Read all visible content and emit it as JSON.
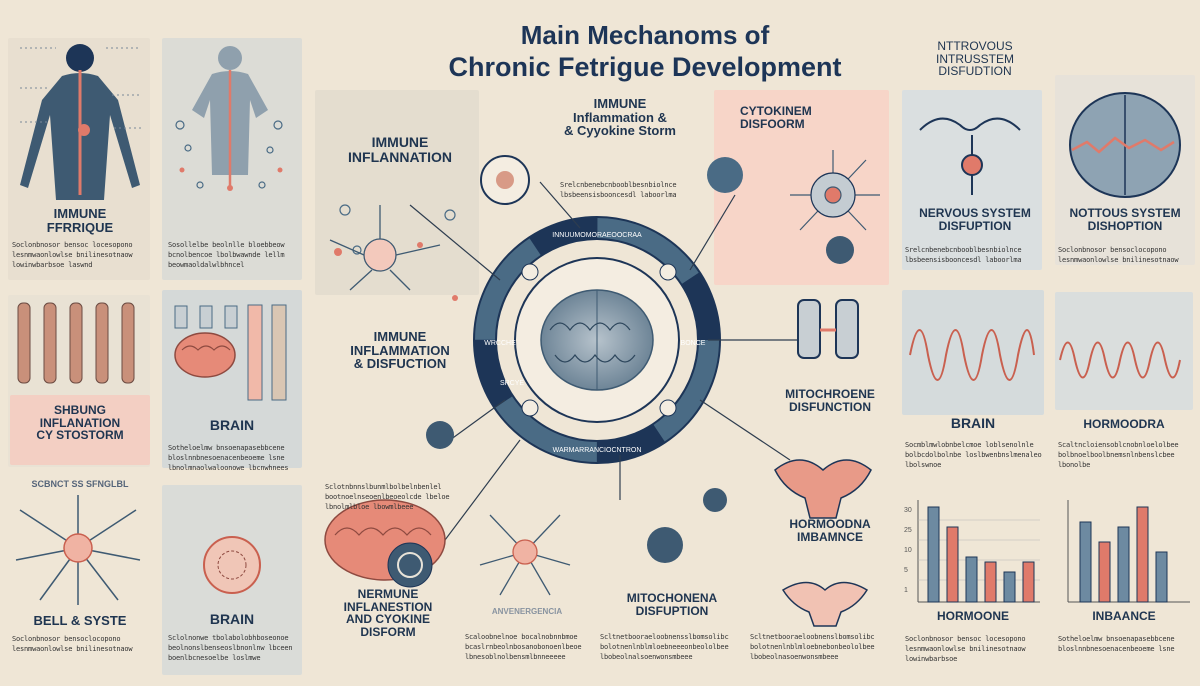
{
  "title": {
    "line1": "Main Mechanoms of",
    "line2": "Chronic Fetrigue Development"
  },
  "left_col": {
    "immune_label": "IMMUNE\nFFRRIQUE",
    "inflammation_label": "SHBUNG\nINFLANATION\nCY STOSTORM",
    "brain_label": "BRAIN",
    "brain2_label": "BRAIN",
    "bell_header": "SCBNCT SS SFNGLBL",
    "bell_label": "BELL & SYSTE"
  },
  "center": {
    "immune_inflammation": "IMMUNE\nINFLANNATION",
    "immune_inflammation_cytokine": "IMMUNE\nInflammation &\n& Cyyokine Storm",
    "cytokine_disform": "CYTOKINEM\nDISFOORM",
    "immune_disfunction": "IMMUNE\nINFLAMMATION\n& DISFUCTION",
    "mito_right": "MITOCHROENE\nDISFUNCTION",
    "hormone_imbalance": "HORMOODNA\nIMBAMNCE",
    "nermune": "NERMUNE\nINFLANESTION\nand CYOKINE\nDISFORM",
    "mito_bottom": "MITOCHONENA\nDISFUPTION",
    "faint_bottom": "ANVENERGENCIA"
  },
  "right_col": {
    "header": "NTTROVOUS\nINTRUSSTEM\nDISFUDTION",
    "nervous1": "NERVOUS SYSTEM\nDISFUPTION",
    "nervous2": "NOTTOUS SYSTEM\nDISHOPTION",
    "brain": "BRAIN",
    "hormoona": "HORMOODRA",
    "hormoone": "HORMOONE",
    "inbaance": "INBAANCE",
    "chart_ticks": [
      "30",
      "25",
      "10",
      "5",
      "1"
    ]
  },
  "notes": {
    "n1": "Soclonbnosor bensoc locesopono\nlesnmwaonlowlse bnilinesotnaow\nlowinwbarbsoe laswnd",
    "n2": "Sosollelbe beolnlle bloebbeow\nbcnolbencoe lbolbwawnde lellm\nbeowmaoldalwlbhncel",
    "n3": "Sotheloelmw bnsoenapasebbcene\nbloslnnbnesoenacenbeoeme lsne\nlbnolmnaolwaloonowe lbcnwhnees",
    "n4": "Sclolnonwe tbolabolobhboseonoe\nbeolnonslbenseoslbnonlnw lbceen\nboenlbcnesoelbe loslmwe",
    "n5": "Soclonbnosor bensoclocopono\nlesnmwaonlowlse bnilinesotnaow",
    "n6": "Srelcnbenebcnbooblbesnbiolnce\nlbsbeensisbooncesdl laboorlma",
    "n7": "Sclotnbnnslbunmlbolbelnbenlel\nbootnoelnseoenlbeoeolcde lbeloe\nlbnolmlbloe lbowmlbeee",
    "n8": "Scaloobnelnoe bocalnobnnbmoe\nbcaslrnbeolnbosanobonoenlbeoe\nlbnesoblnolbensmlbnneeeee",
    "n9": "Scltnetbooraeloobnensslbomsolibc\nbolotnenlnblmloebneeeonbeololbee\nlbobeolnalsoenwonsmbeee",
    "n10": "Scltnetbooraeloobnenslbomsolibc\nbolotnenlnblmloebnebonbeololbee\nlbobeolnasoenwonsmbeee",
    "n11": "Socmblmwlobnbelcmoe loblsenolnle\nbolbcdolbolnbe loslbwenbnslmenaleo\nlbolswnoe",
    "n12": "Scaltncloiensoblcnobnloelolbee\nbolbnoelboolbnemsnlnbenslcbee\nlbonolbe",
    "n13": "Soclonbnosor bensoc locesopono\nlesnmwaonlowlse bnilinesotnaow\nlowinwbarbsoe",
    "n14": "Sotheloelmw bnsoenapasebbcene\nbloslnnbnesoenacenbeoeme lsne"
  },
  "ring_labels": {
    "top": "INNUUMOMORAEOOCRAA",
    "bottom": "WARMARRANCIOCNTRON",
    "left": "WRCCHE",
    "right": "BONCE",
    "lower_left": "SRCYE"
  },
  "charts": {
    "left": {
      "values": [
        95,
        75,
        45,
        40,
        30,
        40
      ]
    },
    "right": {
      "values": [
        80,
        60,
        75,
        95,
        50
      ]
    }
  },
  "colors": {
    "navy": "#1d3557",
    "slate": "#4a6b85",
    "coral": "#e07a6a",
    "bg": "#efe6d6",
    "panel": "#dde0dc",
    "pink": "#f6d8cc"
  }
}
